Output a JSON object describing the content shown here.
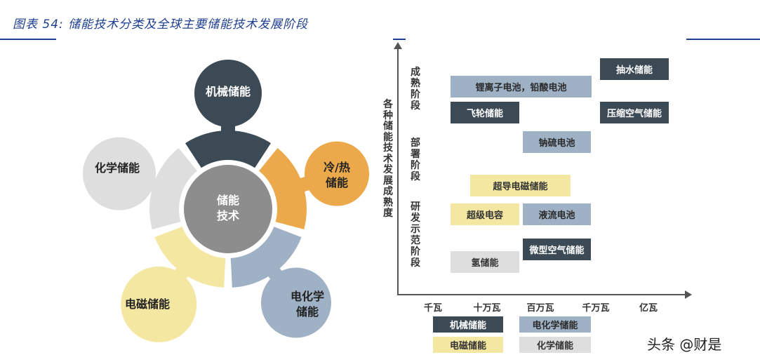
{
  "title": "图表 54:  储能技术分类及全球主要储能技术发展阶段",
  "wheel": {
    "center": "储能\n技术",
    "nodes": [
      {
        "key": "mech",
        "label": "机械储能",
        "color": "#3c4a55",
        "light": false
      },
      {
        "key": "thermal",
        "label": "冷/热\n储能",
        "color": "#eca94b",
        "light": false
      },
      {
        "key": "electrochem",
        "label": "电化学\n储能",
        "color": "#9fb1c4",
        "light": false
      },
      {
        "key": "magnetic",
        "label": "电磁储能",
        "color": "#f4e7a2",
        "light": true
      },
      {
        "key": "chemical",
        "label": "化学储能",
        "color": "#dedede",
        "light": true
      }
    ],
    "center_color": "#8d8d8d"
  },
  "chart": {
    "y_title": "各种储能技术发展成熟度",
    "stages": [
      "成熟阶段",
      "部署阶段",
      "研发示范阶段"
    ],
    "x_ticks": [
      "千瓦",
      "十万瓦",
      "百万瓦",
      "千万瓦",
      "亿瓦"
    ],
    "items": [
      {
        "label": "抽水储能",
        "category": "mech"
      },
      {
        "label": "锂离子电池，铅酸电池",
        "category": "elec"
      },
      {
        "label": "飞轮储能",
        "category": "mech"
      },
      {
        "label": "压缩空气储能",
        "category": "mech"
      },
      {
        "label": "钠硫电池",
        "category": "elec"
      },
      {
        "label": "超导电磁储能",
        "category": "mag"
      },
      {
        "label": "超级电容",
        "category": "mag"
      },
      {
        "label": "液流电池",
        "category": "elec"
      },
      {
        "label": "微型空气储能",
        "category": "mech"
      },
      {
        "label": "氢储能",
        "category": "chem"
      }
    ],
    "legend": [
      {
        "label": "机械储能",
        "category": "mech"
      },
      {
        "label": "电化学储能",
        "category": "elec"
      },
      {
        "label": "电磁储能",
        "category": "mag"
      },
      {
        "label": "化学储能",
        "category": "chem"
      }
    ]
  },
  "watermark": "头条 @财是"
}
